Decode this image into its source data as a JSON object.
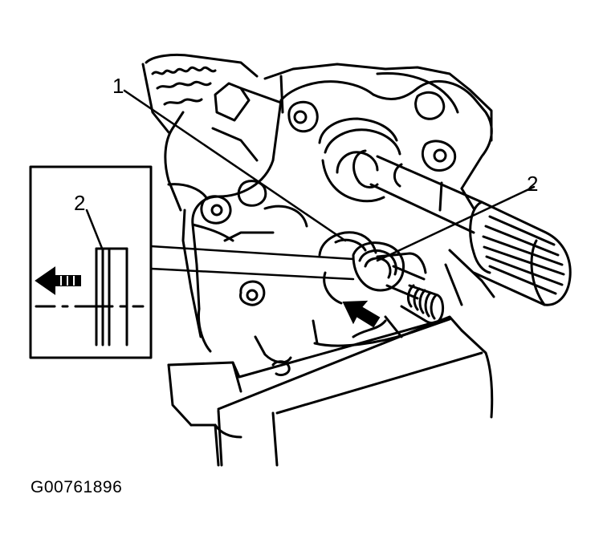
{
  "callouts": {
    "label_1": "1",
    "label_2_main": "2",
    "label_2_inset": "2"
  },
  "figure_code": "G00761896",
  "colors": {
    "line": "#000000",
    "background": "#ffffff"
  }
}
